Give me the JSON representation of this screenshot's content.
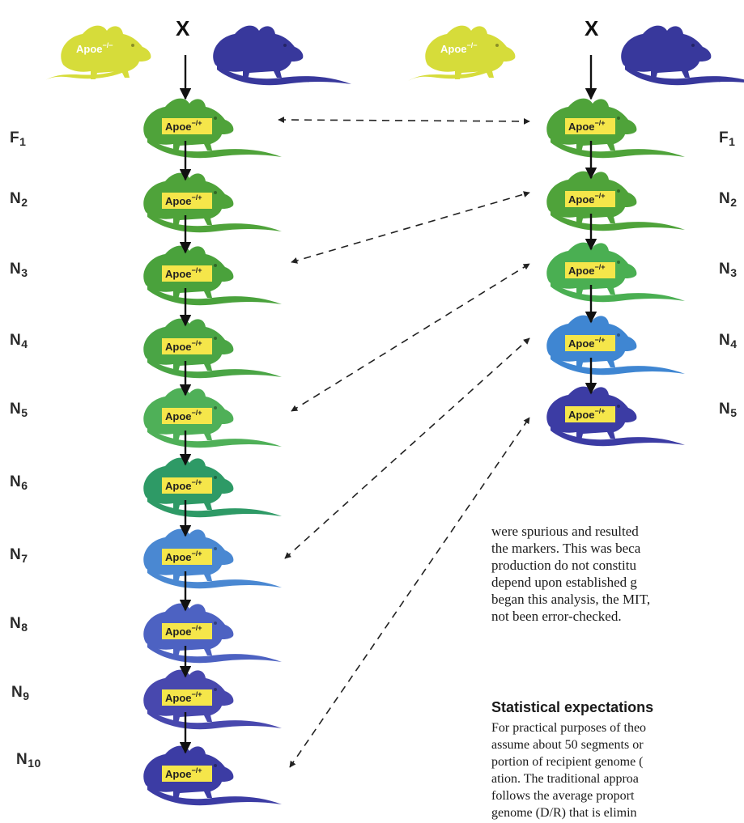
{
  "cross_symbol": "X",
  "parent_label": "Apoe",
  "parent_label_sup": "−/−",
  "offspring_label": "Apoe",
  "offspring_label_sup": "−/+",
  "left_generations": [
    {
      "main": "F",
      "sub": "1"
    },
    {
      "main": "N",
      "sub": "2"
    },
    {
      "main": "N",
      "sub": "3"
    },
    {
      "main": "N",
      "sub": "4"
    },
    {
      "main": "N",
      "sub": "5"
    },
    {
      "main": "N",
      "sub": "6"
    },
    {
      "main": "N",
      "sub": "7"
    },
    {
      "main": "N",
      "sub": "8"
    },
    {
      "main": "N",
      "sub": "9"
    },
    {
      "main": "N",
      "sub": "10"
    }
  ],
  "right_generations": [
    {
      "main": "F",
      "sub": "1"
    },
    {
      "main": "N",
      "sub": "2"
    },
    {
      "main": "N",
      "sub": "3"
    },
    {
      "main": "N",
      "sub": "4"
    },
    {
      "main": "N",
      "sub": "5"
    }
  ],
  "colors": {
    "parent_knockout": "#d6dc3a",
    "parent_donor": "#38389c",
    "left_offspring": [
      "#4fa33a",
      "#4fa33a",
      "#4aa23c",
      "#4aa545",
      "#4fb058",
      "#2e9a66",
      "#4a88d2",
      "#4d62c2",
      "#4848ae",
      "#3c3ca4"
    ],
    "right_offspring": [
      "#4fa33a",
      "#4fa33a",
      "#4aaf52",
      "#3f86d2",
      "#3c3ca4"
    ],
    "label_box": "#f5e64a"
  },
  "body_text_lines": [
    "were spurious and resulted",
    "the markers. This was beca",
    "production do not constitu",
    "depend upon established g",
    "began this analysis, the MIT,",
    "not been error-checked."
  ],
  "section_heading": "Statistical expectations",
  "body_text2_lines": [
    "For practical purposes of theo",
    "assume about 50 segments or",
    "portion of recipient genome (",
    "ation. The traditional approa",
    "follows the average proport",
    "genome (D/R) that is elimin"
  ]
}
